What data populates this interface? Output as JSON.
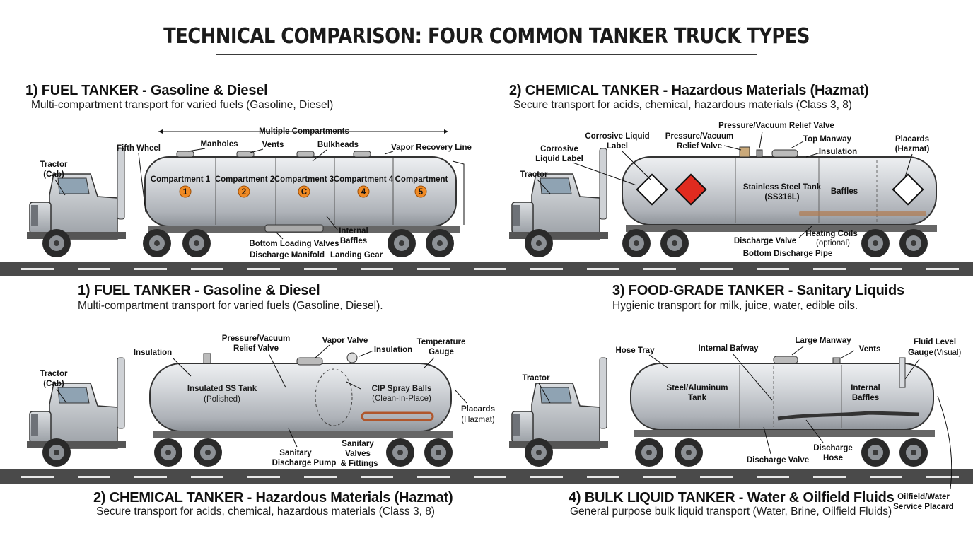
{
  "title": "TECHNICAL COMPARISON: FOUR COMMON TANKER TRUCK TYPES",
  "panels": {
    "top_left": {
      "heading": "1) FUEL TANKER - Gasoline & Diesel",
      "subtitle": "Multi-compartment transport for varied fuels (Gasoline, Diesel)",
      "compartments": [
        "Compartment 1",
        "Compartment 2",
        "Compartment 3",
        "Compartment 4",
        "Compartment"
      ],
      "compartment_badges": [
        "1",
        "2",
        "C",
        "4",
        "5"
      ],
      "labels": {
        "tractor_line1": "Tractor",
        "tractor_line2": "(Cab)",
        "fifth_wheel": "Fifth Wheel",
        "manholes": "Manholes",
        "vents": "Vents",
        "bulkheads": "Bulkheads",
        "vapor_recovery": "Vapor Recovery Line",
        "multiple_compartments": "Multiple Compartments",
        "internal_line1": "Internal",
        "internal_line2": "Baffles",
        "bottom_loading": "Bottom Loading Valves",
        "discharge_manifold": "Discharge Manifold",
        "landing_gear": "Landing Gear"
      }
    },
    "top_right": {
      "heading": "2) CHEMICAL TANKER - Hazardous Materials (Hazmat)",
      "subtitle": "Secure transport for acids, chemical, hazardous materials (Class 3, 8)",
      "tank_line1": "Stainless Steel Tank",
      "tank_line2": "(SS316L)",
      "labels": {
        "corrosive_line1": "Corrosive",
        "corrosive_line2": "Liquid Label",
        "corrosive_liquid_line1": "Corrosive Liquid",
        "corrosive_liquid_line2": "Label",
        "tractor": "Tractor",
        "prv_line1": "Pressure/Vacuum",
        "prv_line2": "Relief Valve",
        "prv_top": "Pressure/Vacuum Relief Valve",
        "top_manway": "Top Manway",
        "insulation": "Insulation",
        "placards_line1": "Placards",
        "placards_line2": "(Hazmat)",
        "baffles": "Baffles",
        "discharge_valve": "Discharge Valve",
        "heating_coils": "Heating Coils",
        "optional": "(optional)",
        "bottom_discharge": "Bottom Discharge Pipe"
      }
    },
    "bottom_left": {
      "top_heading": "1) FUEL TANKER - Gasoline & Diesel",
      "top_subtitle": "Multi-compartment transport for varied fuels (Gasoline, Diesel).",
      "heading": "2) CHEMICAL TANKER - Hazardous Materials (Hazmat)",
      "subtitle": "Secure transport for acids, chemical, hazardous materials (Class 3, 8)",
      "tank_line1": "Insulated SS Tank",
      "tank_line2": "(Polished)",
      "labels": {
        "tractor_line1": "Tractor",
        "tractor_line2": "(Cab)",
        "insulation": "Insulation",
        "prv_line1": "Pressure/Vacuum",
        "prv_line2": "Relief Valve",
        "vapor_valve": "Vapor Valve",
        "insulation_right": "Insulation",
        "temp_line1": "Temperature",
        "temp_line2": "Gauge",
        "cip_line1": "CIP Spray Balls",
        "cip_line2": "(Clean-In-Place)",
        "placards_line1": "Placards",
        "placards_line2": "(Hazmat)",
        "sanitary_pump_line1": "Sanitary",
        "sanitary_pump_line2": "Discharge Pump",
        "sanitary_valves_line1": "Sanitary",
        "sanitary_valves_line2": "Valves",
        "sanitary_valves_line3": "& Fittings"
      }
    },
    "bottom_right": {
      "top_heading": "3) FOOD-GRADE TANKER - Sanitary Liquids",
      "top_subtitle": "Hygienic transport for milk, juice, water, edible oils.",
      "heading": "4) BULK LIQUID TANKER - Water & Oilfield Fluids",
      "subtitle": "General purpose bulk liquid transport (Water, Brine, Oilfield Fluids)",
      "tank_line1": "Steel/Aluminum",
      "tank_line2": "Tank",
      "baffles_line1": "Internal",
      "baffles_line2": "Baffles",
      "labels": {
        "hose_tray": "Hose Tray",
        "tractor": "Tractor",
        "internal_bafway": "Internal Bafway",
        "large_manway": "Large Manway",
        "vents": "Vents",
        "fluid_line1": "Fluid Level",
        "fluid_line2a": "Gauge",
        "fluid_line2b": "(Visual)",
        "discharge_hose_line1": "Discharge",
        "discharge_hose_line2": "Hose",
        "discharge_valve": "Discharge Valve",
        "placard_line1": "Oilfield/Water",
        "placard_line2": "Service Placard"
      }
    }
  },
  "colors": {
    "tank": "#c9ccd1",
    "cab": "#b8bcc2",
    "road": "#4a4a4a",
    "badge": "#f08a24",
    "hazmat_red": "#e02b1f"
  }
}
